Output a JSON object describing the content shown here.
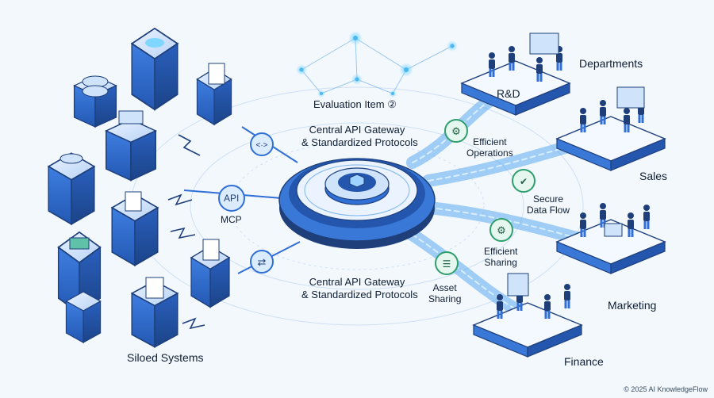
{
  "evaluation_item": "Evaluation Item ②",
  "gateway_title_line1": "Central API Gateway",
  "gateway_title_line2": "& Standardized Protocols",
  "protocols": [
    "API",
    "MCP"
  ],
  "siloed_label": "Siloed Systems",
  "departments_title": "Departments",
  "departments": [
    "R&D",
    "Sales",
    "Marketing",
    "Finance"
  ],
  "benefits": [
    {
      "line1": "Efficient",
      "line2": "Operations",
      "icon": "gears-icon"
    },
    {
      "line1": "Secure",
      "line2": "Data Flow",
      "icon": "shield-check-icon"
    },
    {
      "line1": "Efficient",
      "line2": "Sharing",
      "icon": "gear-icon"
    },
    {
      "line1": "Asset",
      "line2": "Sharing",
      "icon": "stack-icon"
    }
  ],
  "copyright": "© 2025 AI KnowledgeFlow",
  "colors": {
    "primary": "#2f6fd6",
    "dark": "#1e3f7a",
    "light": "#dbe9fb",
    "accent": "#5fc2ea"
  }
}
